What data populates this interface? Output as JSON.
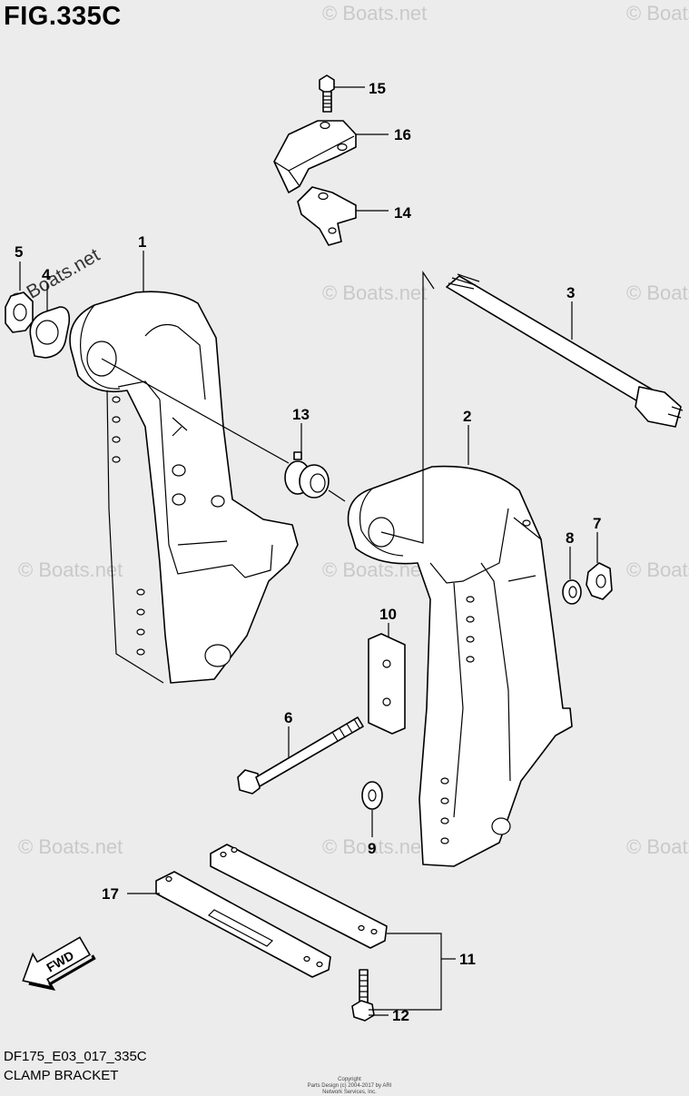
{
  "figure": {
    "title": "FIG.335C",
    "model_code": "DF175_E03_017_335C",
    "name": "CLAMP BRACKET",
    "copyright_line1": "Copyright",
    "copyright_line2": "Parts Design (c) 2004-2017 by ARI Network Services, Inc.",
    "watermark": "© Boats.net"
  },
  "callouts": {
    "c1": "1",
    "c2": "2",
    "c3": "3",
    "c4": "4",
    "c5": "5",
    "c6": "6",
    "c7": "7",
    "c8": "8",
    "c9": "9",
    "c10": "10",
    "c11": "11",
    "c12": "12",
    "c13": "13",
    "c14": "14",
    "c15": "15",
    "c16": "16",
    "c17": "17"
  },
  "fwd_label": "FWD"
}
